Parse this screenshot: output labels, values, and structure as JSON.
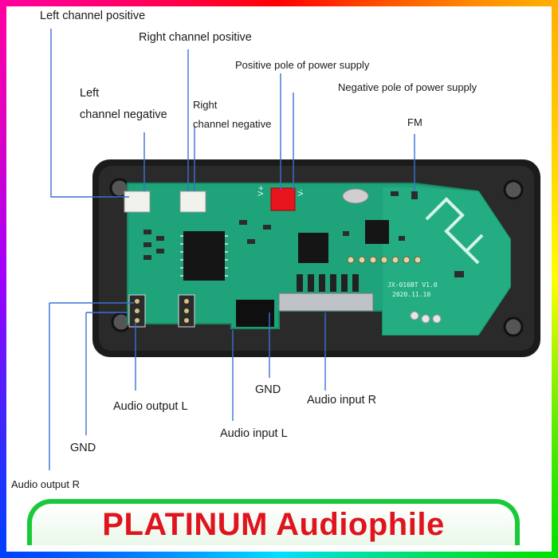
{
  "labels": {
    "left_channel_positive": "Left channel positive",
    "right_channel_positive": "Right channel positive",
    "positive_pole": "Positive pole of power supply",
    "negative_pole": "Negative pole of power supply",
    "left_channel_negative_1": "Left",
    "left_channel_negative_2": "channel negative",
    "right_channel_negative_1": "Right",
    "right_channel_negative_2": "channel negative",
    "fm": "FM",
    "gnd_center": "GND",
    "audio_input_r": "Audio input R",
    "audio_output_l": "Audio output L",
    "audio_input_l": "Audio input L",
    "gnd_left": "GND",
    "audio_output_r": "Audio output R"
  },
  "board_silkscreen": {
    "model": "JX-016BT V1.0",
    "date": "2020.11.10",
    "v_plus": "V+",
    "v_minus": "V-"
  },
  "banner": {
    "text": "PLATINUM Audiophile"
  },
  "colors": {
    "pcb": "#1fa37a",
    "panel": "#1b1b1b",
    "power_connector": "#e8141e",
    "banner_text": "#e0141e",
    "banner_border": "#18c93a"
  }
}
